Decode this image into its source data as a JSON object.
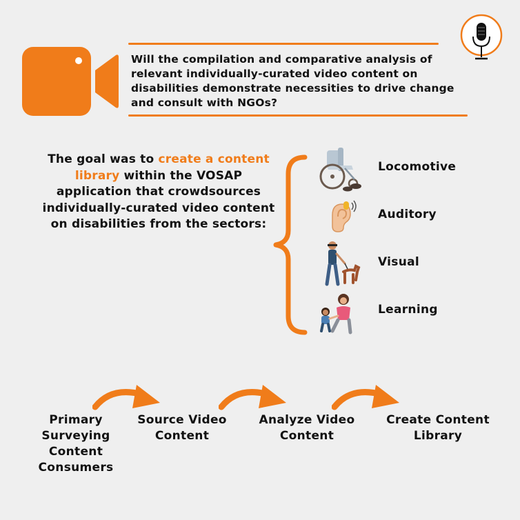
{
  "header": {
    "question": "Will the compilation and comparative analysis of relevant individually-curated video content on disabilities demonstrate necessities to drive change and consult with NGOs?",
    "video_icon": "video-camera-icon",
    "mic_icon": "microphone-icon"
  },
  "goal": {
    "before": "The goal was to ",
    "highlight": "create a content library",
    "after": " within the VOSAP application that crowdsources individually-curated video content on disabilities from the sectors:"
  },
  "sectors": [
    {
      "label": "Locomotive",
      "icon": "wheelchair-icon"
    },
    {
      "label": "Auditory",
      "icon": "ear-hearing-aid-icon"
    },
    {
      "label": "Visual",
      "icon": "guide-dog-walker-icon"
    },
    {
      "label": "Learning",
      "icon": "parent-child-learning-icon"
    }
  ],
  "steps": [
    {
      "label": "Primary Surveying Content Consumers"
    },
    {
      "label": "Source Video Content"
    },
    {
      "label": "Analyze Video Content"
    },
    {
      "label": "Create Content Library"
    }
  ],
  "colors": {
    "accent": "#f07c1a",
    "background": "#efefef",
    "text": "#111111"
  }
}
